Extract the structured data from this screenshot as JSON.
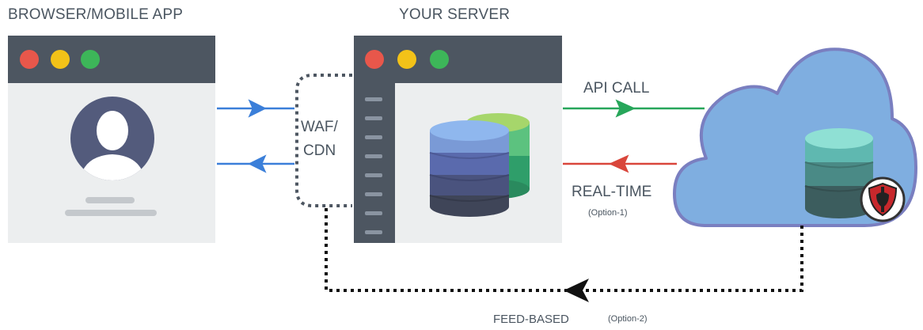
{
  "titles": {
    "browser": "BROWSER/MOBILE APP",
    "server": "YOUR SERVER"
  },
  "waf": {
    "line1": "WAF/",
    "line2": "CDN"
  },
  "arrows": {
    "api_call": "API CALL",
    "real_time": "REAL-TIME",
    "option1": "(Option-1)",
    "feed_based": "FEED-BASED",
    "option2": "(Option-2)"
  },
  "colors": {
    "titlebar": "#4d5661",
    "window_body": "#eceeef",
    "close_dot": "#e8574b",
    "minimize_dot": "#f3c218",
    "maximize_dot": "#3db659",
    "arrow_blue": "#3b7fd9",
    "arrow_green": "#27a65a",
    "arrow_red": "#d9463b",
    "cloud_fill": "#7faee0",
    "cloud_stroke": "#7a7fc0"
  },
  "icons": {
    "user": "user-avatar-icon",
    "server_db": "database-stack-icon",
    "cloud_db": "cloud-database-icon",
    "shield": "shield-logo-icon"
  }
}
